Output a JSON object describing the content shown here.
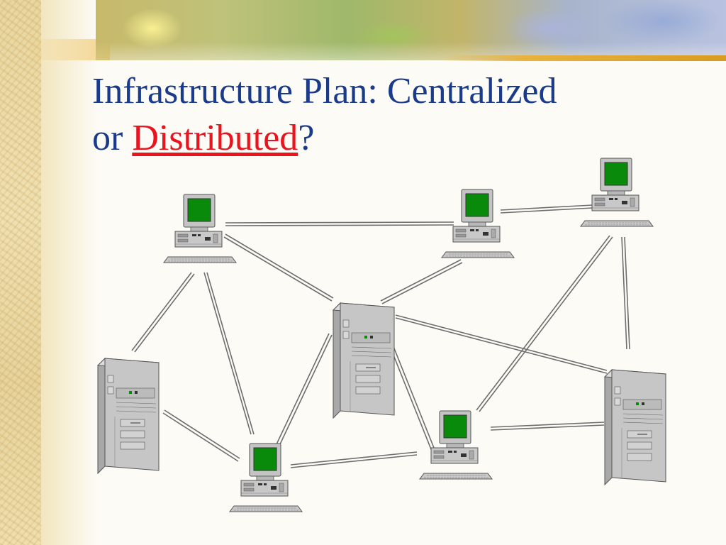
{
  "slide": {
    "title_line1": "Infrastructure Plan:  Centralized",
    "title_line2_prefix": "or ",
    "title_line2_accent": "Distributed",
    "title_line2_suffix": "?"
  },
  "colors": {
    "title": "#1a3a8a",
    "accent": "#e8141e",
    "screen": "#0a8a0a",
    "device_gray": "#c4c4c4",
    "link": "#707070"
  },
  "diagram": {
    "nodes": [
      {
        "id": "ws-top-left",
        "type": "workstation"
      },
      {
        "id": "ws-top-middle",
        "type": "workstation"
      },
      {
        "id": "ws-top-right",
        "type": "workstation"
      },
      {
        "id": "server-center",
        "type": "server"
      },
      {
        "id": "server-left",
        "type": "server"
      },
      {
        "id": "server-right",
        "type": "server"
      },
      {
        "id": "ws-bottom-left",
        "type": "workstation"
      },
      {
        "id": "ws-bottom-middle",
        "type": "workstation"
      }
    ]
  }
}
